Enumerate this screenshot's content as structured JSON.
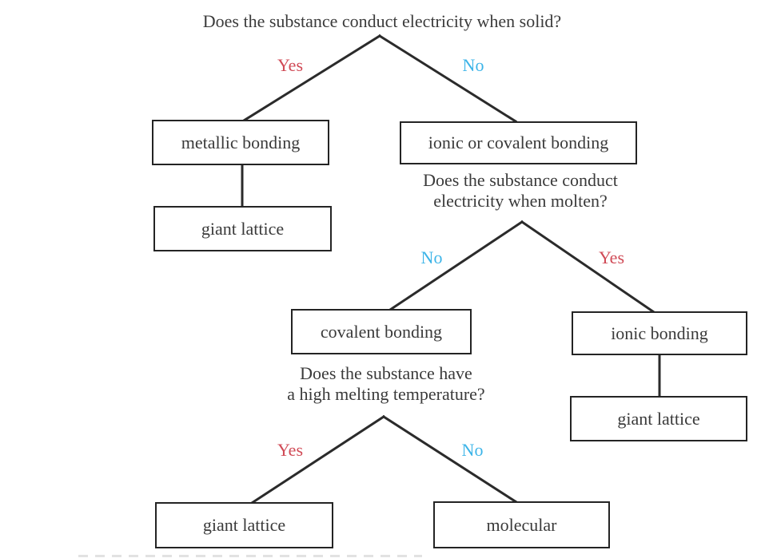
{
  "diagram": {
    "questions": {
      "q1": "Does the substance conduct electricity when solid?",
      "q2a": "Does the substance conduct",
      "q2b": "electricity when molten?",
      "q3a": "Does the substance have",
      "q3b": "a high melting temperature?"
    },
    "labels": {
      "yes": "Yes",
      "no": "No"
    },
    "boxes": {
      "metallic": "metallic bonding",
      "giant_lattice_1": "giant lattice",
      "ionic_or_covalent": "ionic or covalent bonding",
      "covalent": "covalent bonding",
      "ionic": "ionic bonding",
      "giant_lattice_2": "giant lattice",
      "giant_lattice_3": "giant lattice",
      "molecular": "molecular"
    },
    "colors": {
      "yes-color": "#d04a56",
      "no-color": "#3cb4e8",
      "line-color": "#2b2b2b",
      "text-color": "#3a3a3a",
      "box-border-color": "#242424"
    }
  }
}
